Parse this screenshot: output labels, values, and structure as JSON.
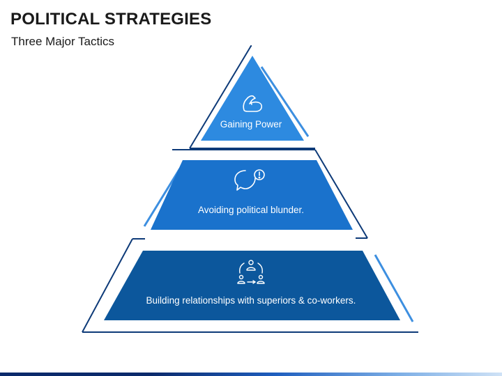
{
  "header": {
    "title": "POLITICAL STRATEGIES",
    "subtitle": "Three Major Tactics"
  },
  "tiers": [
    {
      "label": "Gaining Power",
      "icon": "flexed-arm-icon",
      "color": "#2d8ae0"
    },
    {
      "label": "Avoiding political blunder.",
      "icon": "speech-bubble-alert-icon",
      "color": "#1a72cc"
    },
    {
      "label": "Building relationships with superiors & co-workers.",
      "icon": "people-network-icon",
      "color": "#0c579c"
    }
  ],
  "colors": {
    "outline": "#0d3a78",
    "accent_line": "#3d8fe0"
  }
}
